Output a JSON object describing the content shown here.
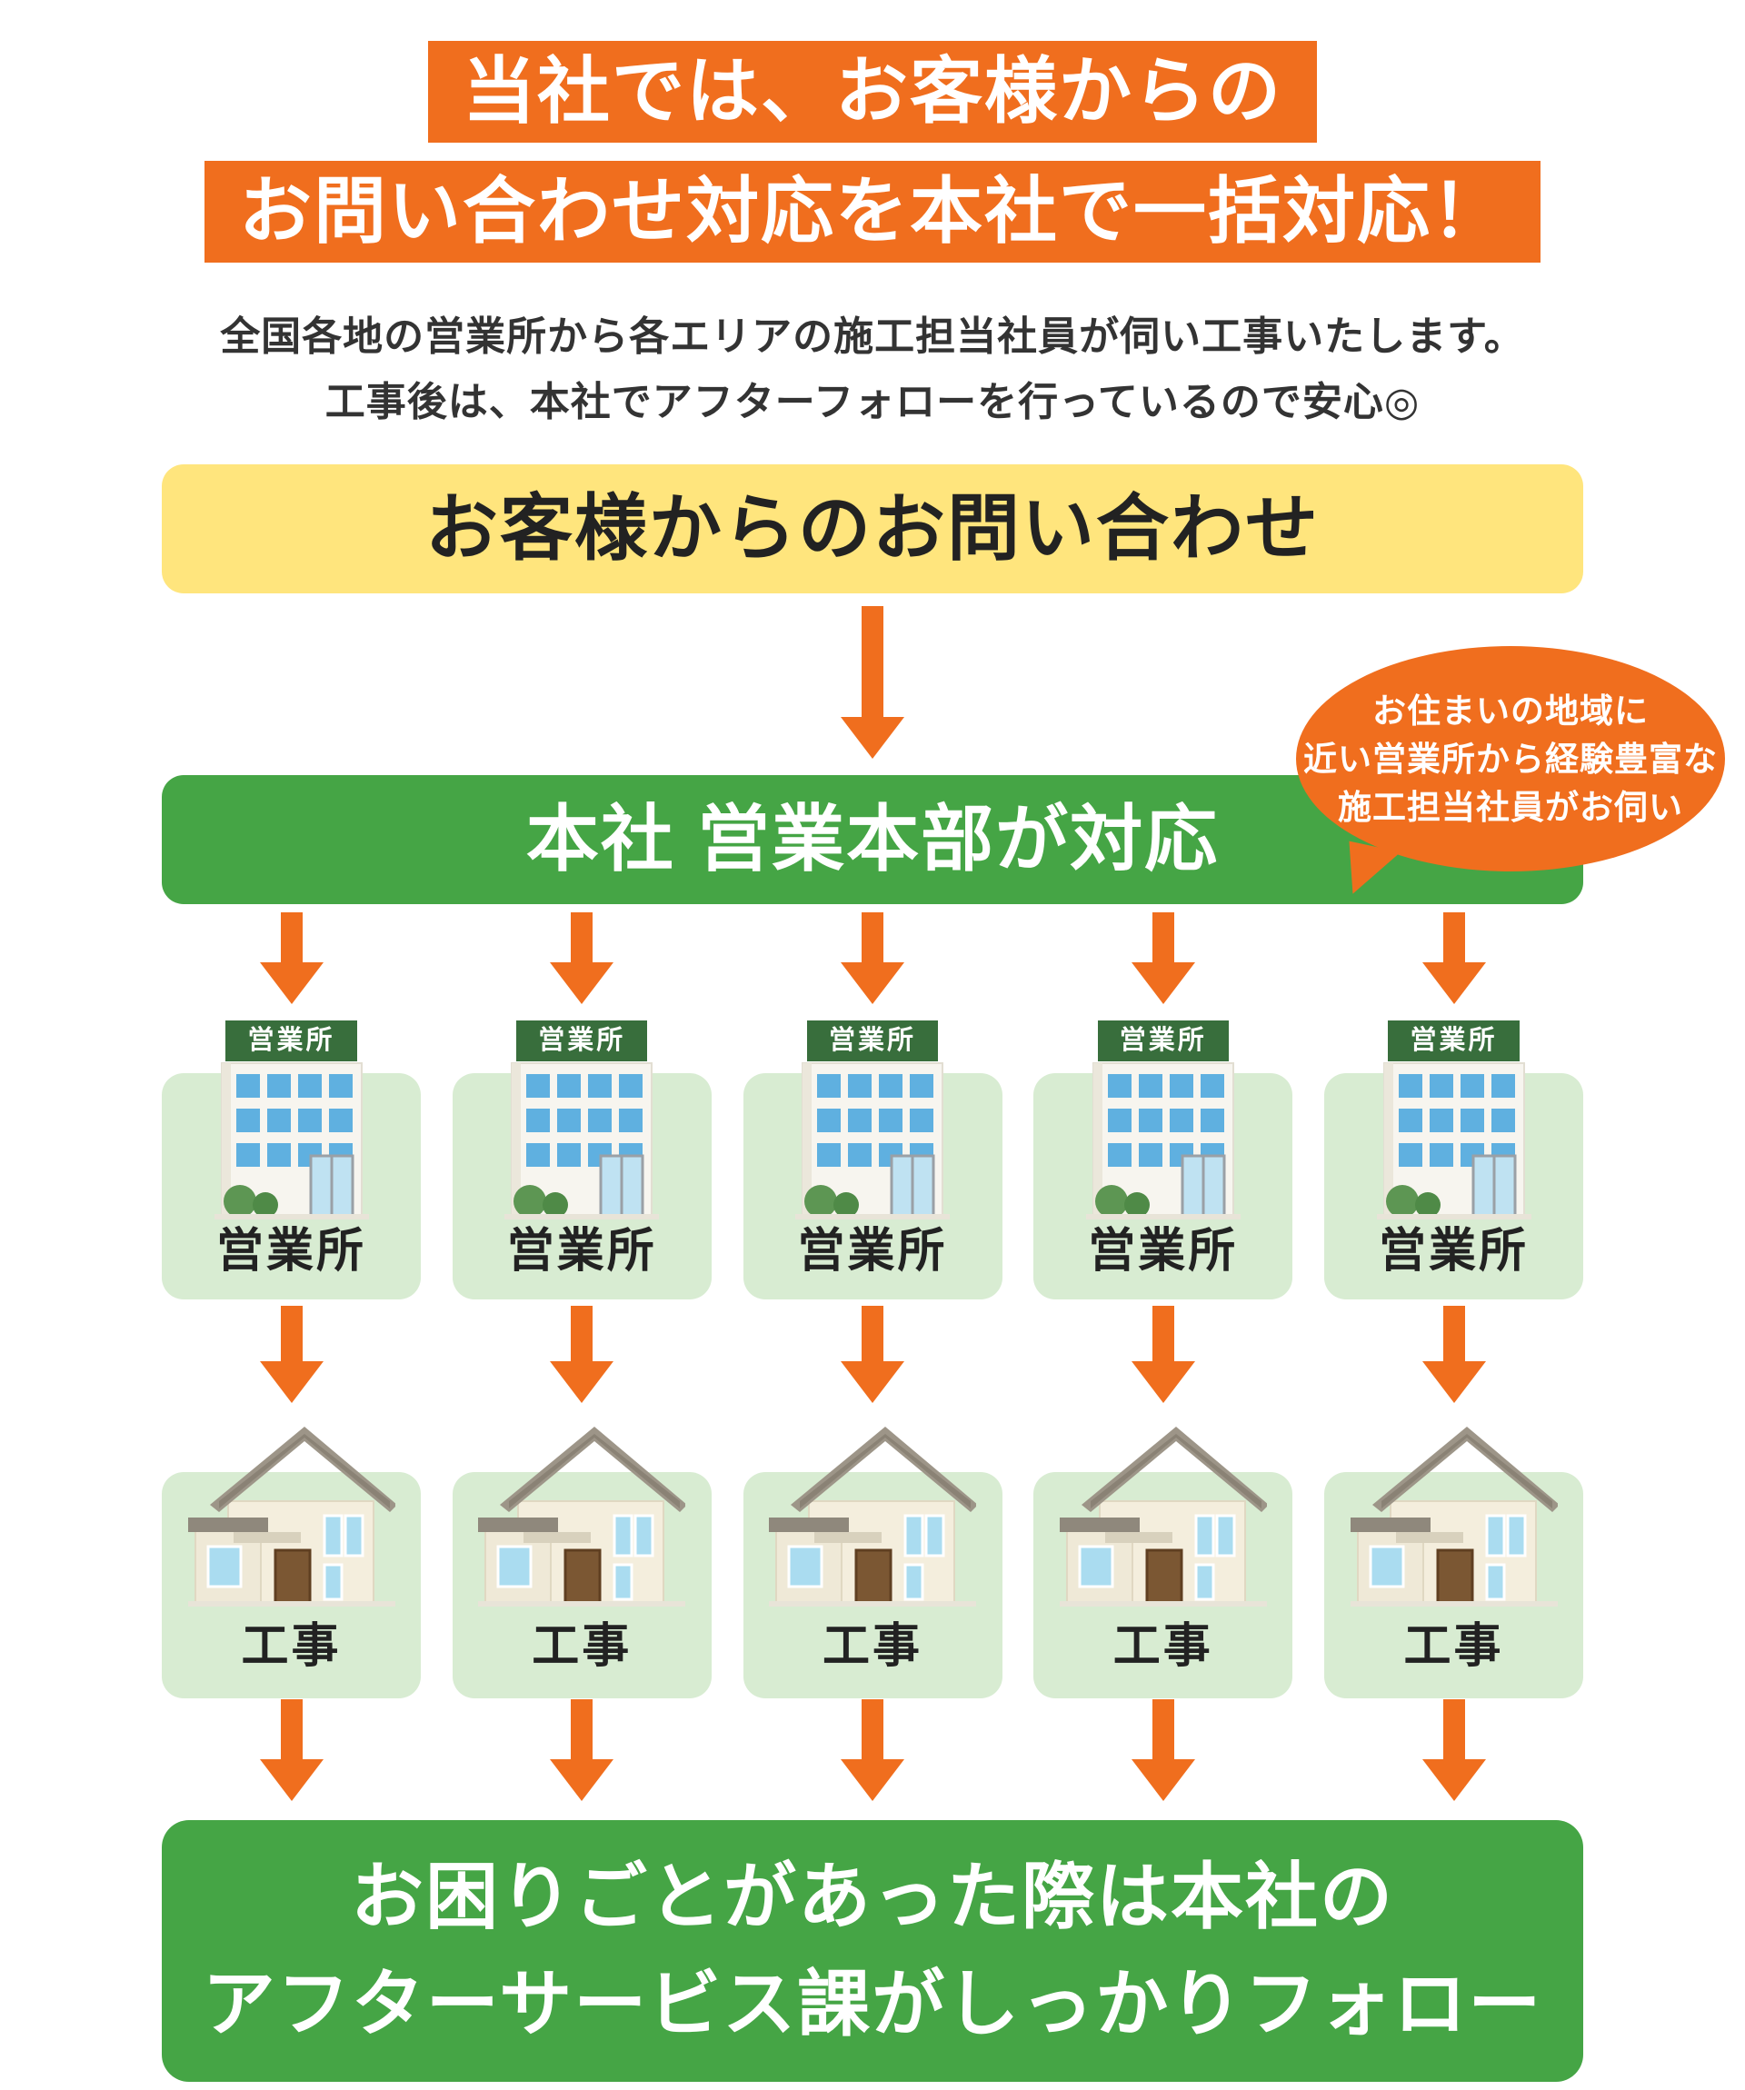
{
  "header": {
    "title_line1": "当社では、お客様からの",
    "title_line2": "お問い合わせ対応を本社で一括対応！",
    "subtitle_line1": "全国各地の営業所から各エリアの施工担当社員が伺い工事いたします。",
    "subtitle_line2": "工事後は、本社でアフターフォローを行っているので安心◎"
  },
  "flow": {
    "inquiry_banner": "お客様からのお問い合わせ",
    "hq_banner": "本社 営業本部が対応",
    "bubble_line1": "お住まいの地域に",
    "bubble_line2": "近い営業所から経験豊富な",
    "bubble_line3": "施工担当社員がお伺い",
    "office_sign": "営業所",
    "office_label": "営業所",
    "construction_label": "工事",
    "footer_line1": "お困りごとがあった際は本社の",
    "footer_line2": "アフターサービス課がしっかりフォロー",
    "branch_count": 5
  },
  "colors": {
    "orange": "#f06e1e",
    "yellow": "#ffe57d",
    "green": "#45a545",
    "light_green": "#d8ecd2",
    "dark_green": "#386e3c",
    "text_dark": "#333333"
  }
}
